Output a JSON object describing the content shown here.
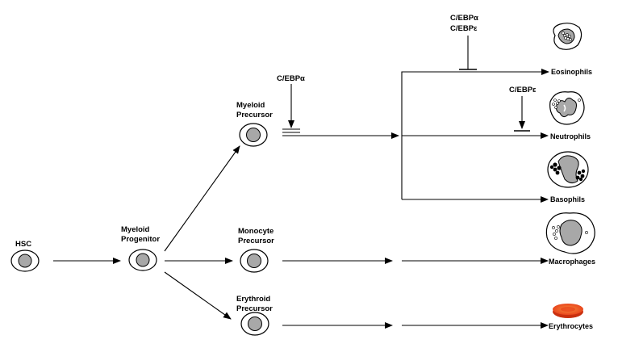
{
  "stages": {
    "hsc": "HSC",
    "myeloid_progenitor": [
      "Myeloid",
      "Progenitor"
    ],
    "myeloid_precursor": [
      "Myeloid",
      "Precursor"
    ],
    "monocyte_precursor": [
      "Monocyte",
      "Precursor"
    ],
    "erythroid_precursor": [
      "Erythroid",
      "Precursor"
    ]
  },
  "regulators": {
    "cebp_alpha": "C/EBPα",
    "top_pair": [
      "C/EBPα",
      "C/EBPε"
    ],
    "cebp_epsilon": "C/EBPε"
  },
  "outputs": {
    "eosinophils": "Eosinophils",
    "neutrophils": "Neutrophils",
    "basophils": "Basophils",
    "macrophages": "Macrophages",
    "erythrocytes": "Erythrocytes"
  },
  "colors": {
    "cell_fill": "#c8c8c8",
    "nucleus_fill": "#a8a8a8",
    "erythrocyte": "#e8401a",
    "erythrocyte_light": "#f58a3c"
  }
}
